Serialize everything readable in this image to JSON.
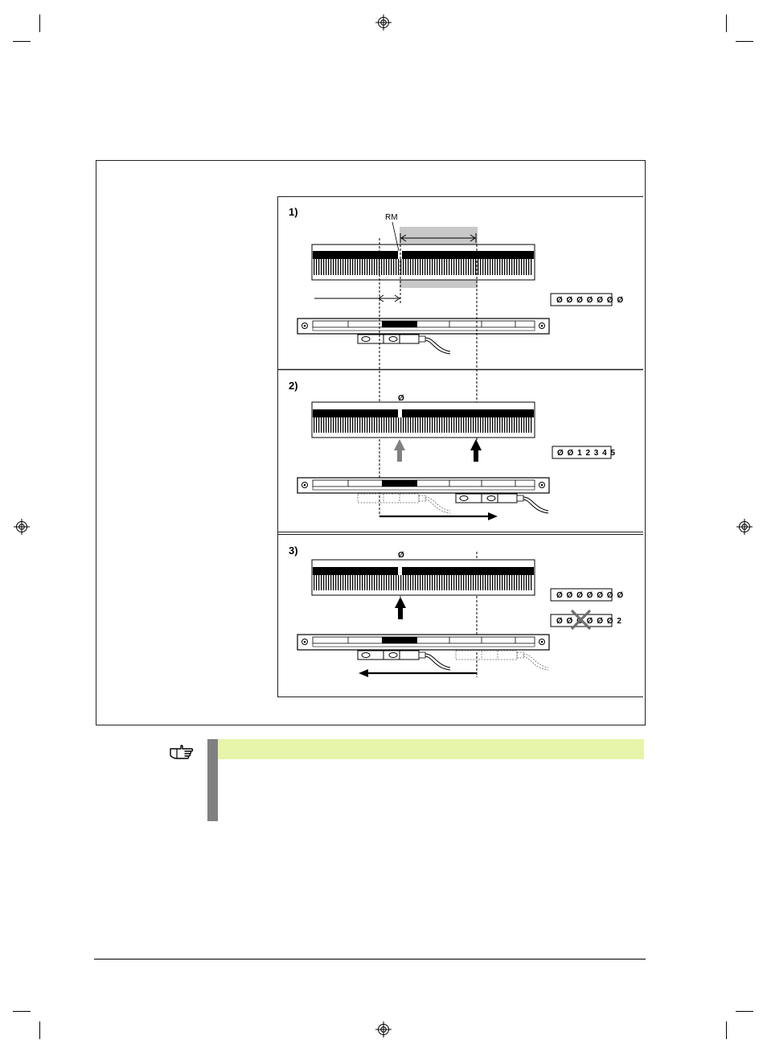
{
  "figure": {
    "step1": {
      "label": "1)",
      "reference_mark": "RM",
      "display_value": "Ø Ø Ø Ø Ø Ø Ø"
    },
    "step2": {
      "label": "2)",
      "zero_marker": "Ø",
      "display_value": "Ø Ø 1 2 3 4 5"
    },
    "step3": {
      "label": "3)",
      "zero_marker": "Ø",
      "display_value_correct": "Ø Ø Ø Ø Ø Ø Ø",
      "display_value_wrong": "Ø Ø Ø Ø Ø Ø 2"
    }
  },
  "icons": {
    "note": "pointing-hand-icon",
    "registration": "registration-mark-icon",
    "cross": "cross-out-icon"
  },
  "colors": {
    "note_header": "#e6f5a9",
    "note_bar": "#808080",
    "highlight": "#c8c8c8"
  }
}
